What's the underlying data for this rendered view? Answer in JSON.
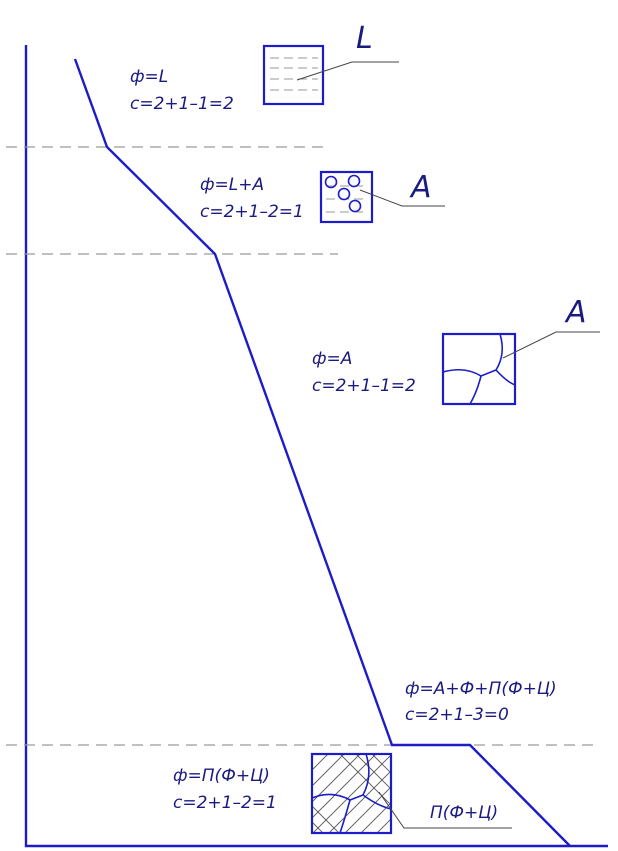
{
  "regions": [
    {
      "phase": "ф=L",
      "rule": "с=2+1–1=2",
      "marker": "L"
    },
    {
      "phase": "ф=L+A",
      "rule": "с=2+1–2=1",
      "marker": "A"
    },
    {
      "phase": "ф=A",
      "rule": "с=2+1–1=2",
      "marker": "A"
    },
    {
      "phase": "ф=A+Ф+П(Ф+Ц)",
      "rule": "с=2+1–3=0"
    },
    {
      "phase": "ф=П(Ф+Ц)",
      "rule": "с=2+1–2=1",
      "marker": "П(Ф+Ц)"
    }
  ],
  "colors": {
    "curve": "#1c1cc8",
    "text": "#1a1a80",
    "dashed": "#9a9a9a"
  }
}
